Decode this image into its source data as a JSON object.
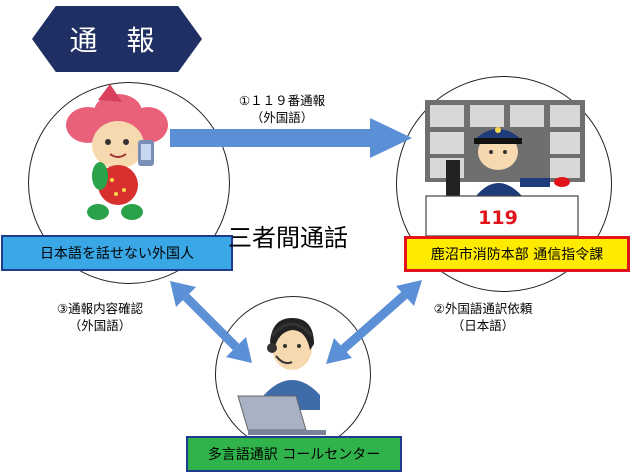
{
  "title": "通 報",
  "center_label": "三者間通話",
  "nodes": {
    "foreigner": {
      "label": "日本語を話せない外国人"
    },
    "fire_dept": {
      "label": "鹿沼市消防本部  通信指令課",
      "sign": "119"
    },
    "call_center": {
      "label": "多言語通訳 コールセンター"
    }
  },
  "arrows": {
    "report": {
      "line1": "①１１９番通報",
      "line2": "（外国語）"
    },
    "interpret_request": {
      "line1": "②外国語通訳依頼",
      "line2": "（日本語）"
    },
    "confirm": {
      "line1": "③通報内容確認",
      "line2": "（外国語）"
    }
  },
  "colors": {
    "title_bg": "#1f2f63",
    "arrow": "#5b8fd6",
    "blue_box": "#3aa7e6",
    "yellow_box": "#ffeb00",
    "red_border": "#e2141b",
    "green_box": "#2fb34a"
  }
}
